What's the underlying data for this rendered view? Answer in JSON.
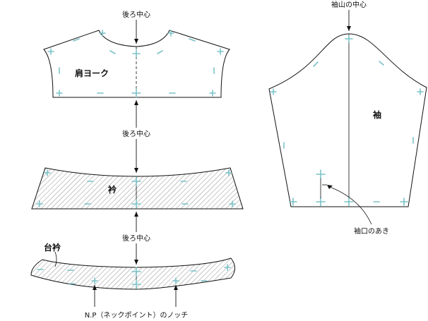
{
  "labels": {
    "back_center_top": "後ろ中心",
    "back_center_mid": "後ろ中心",
    "back_center_low": "後ろ中心",
    "sleeve_cap_center": "袖山の中心",
    "shoulder_yoke": "肩ヨーク",
    "collar": "衿",
    "collar_stand": "台衿",
    "sleeve": "袖",
    "cuff_opening": "袖口のあき",
    "np_notch": "N.P（ネックポイント）のノッチ"
  },
  "colors": {
    "outline": "#111111",
    "notch_marks": "#7cc3c8",
    "hatch": "#444444"
  }
}
